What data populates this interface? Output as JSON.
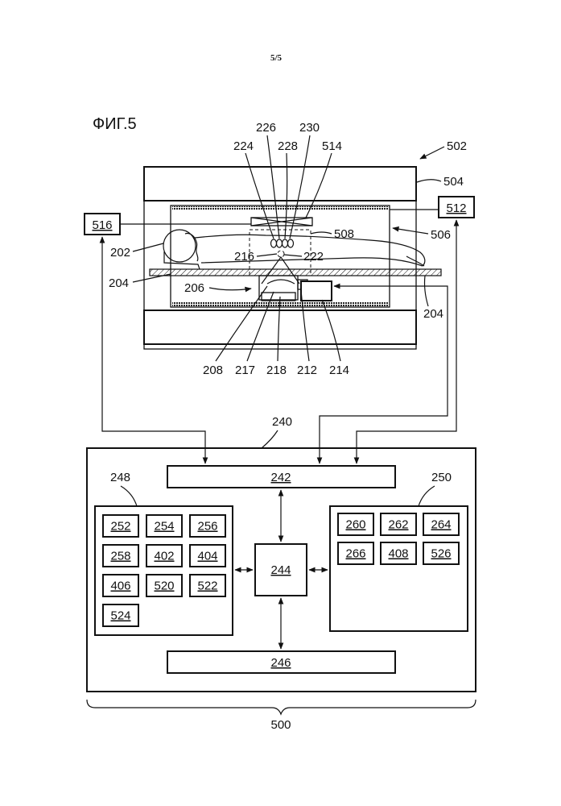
{
  "page_number": "5/5",
  "figure_title": "ФИГ.5",
  "scanner_labels": {
    "system": "502",
    "magnet": "504",
    "bore": "506",
    "coil_region": "508",
    "rf_control": "512",
    "transducer_top": "514",
    "gradient_control": "516",
    "subject": "202",
    "support_left": "204",
    "support_right": "204",
    "hifu_system": "206",
    "fluid_chamber": "208",
    "transducer_element": "212",
    "mechanism": "214",
    "focal_point": "216",
    "element_217": "217",
    "element_218": "218",
    "target_zone": "222",
    "coil_a": "224",
    "coil_b": "226",
    "coil_c": "228",
    "coil_d": "230"
  },
  "computer": {
    "label": "240",
    "interface": "242",
    "processor": "244",
    "user_interface": "246",
    "storage_label": "248",
    "memory_label": "250",
    "assembly_label": "500",
    "storage_items": [
      "252",
      "254",
      "256",
      "258",
      "402",
      "404",
      "406",
      "520",
      "522",
      "524"
    ],
    "memory_items": [
      "260",
      "262",
      "264",
      "266",
      "408",
      "526"
    ]
  }
}
